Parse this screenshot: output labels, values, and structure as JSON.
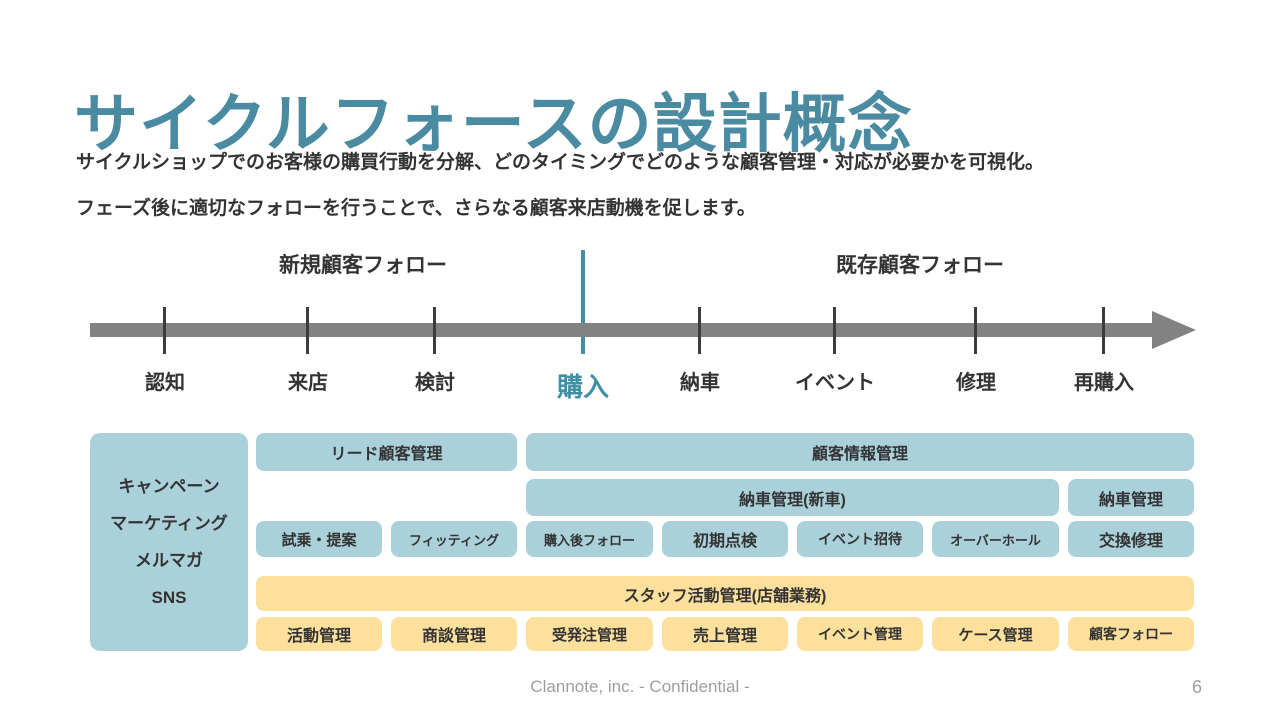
{
  "slide": {
    "title": "サイクルフォースの設計概念",
    "description": [
      "サイクルショップでのお客様の購買行動を分解、どのタイミングでどのような顧客管理・対応が必要かを可視化。",
      "フェーズ後に適切なフォローを行うことで、さらなる顧客来店動機を促します。"
    ]
  },
  "timeline": {
    "phase_labels": {
      "left": "新規顧客フォロー",
      "right": "既存顧客フォロー"
    },
    "stages": [
      "認知",
      "来店",
      "検討",
      "購入",
      "納車",
      "イベント",
      "修理",
      "再購入"
    ],
    "highlighted_stage": "購入"
  },
  "matrix": {
    "sidebar": [
      "キャンペーン",
      "マーケティング",
      "メルマガ",
      "SNS"
    ],
    "blue_headers": {
      "lead": "リード顧客管理",
      "customer_info": "顧客情報管理",
      "delivery_new": "納車管理(新車)",
      "delivery": "納車管理"
    },
    "blue_cells": [
      "試乗・提案",
      "フィッティング",
      "購入後フォロー",
      "初期点検",
      "イベント招待",
      "オーバーホール",
      "交換修理"
    ],
    "yellow_header": "スタッフ活動管理(店舗業務)",
    "yellow_cells": [
      "活動管理",
      "商談管理",
      "受発注管理",
      "売上管理",
      "イベント管理",
      "ケース管理",
      "顧客フォロー"
    ]
  },
  "footer": {
    "text": "Clannote, inc. - Confidential -",
    "page_number": "6"
  },
  "colors": {
    "title_teal": "#4a8ba1",
    "accent_teal": "#3f90a4",
    "block_blue": "#aad0da",
    "block_yellow": "#fde09c",
    "arrow_gray": "#828282",
    "text_dark": "#333333",
    "footer_gray": "#9e9e9e"
  }
}
